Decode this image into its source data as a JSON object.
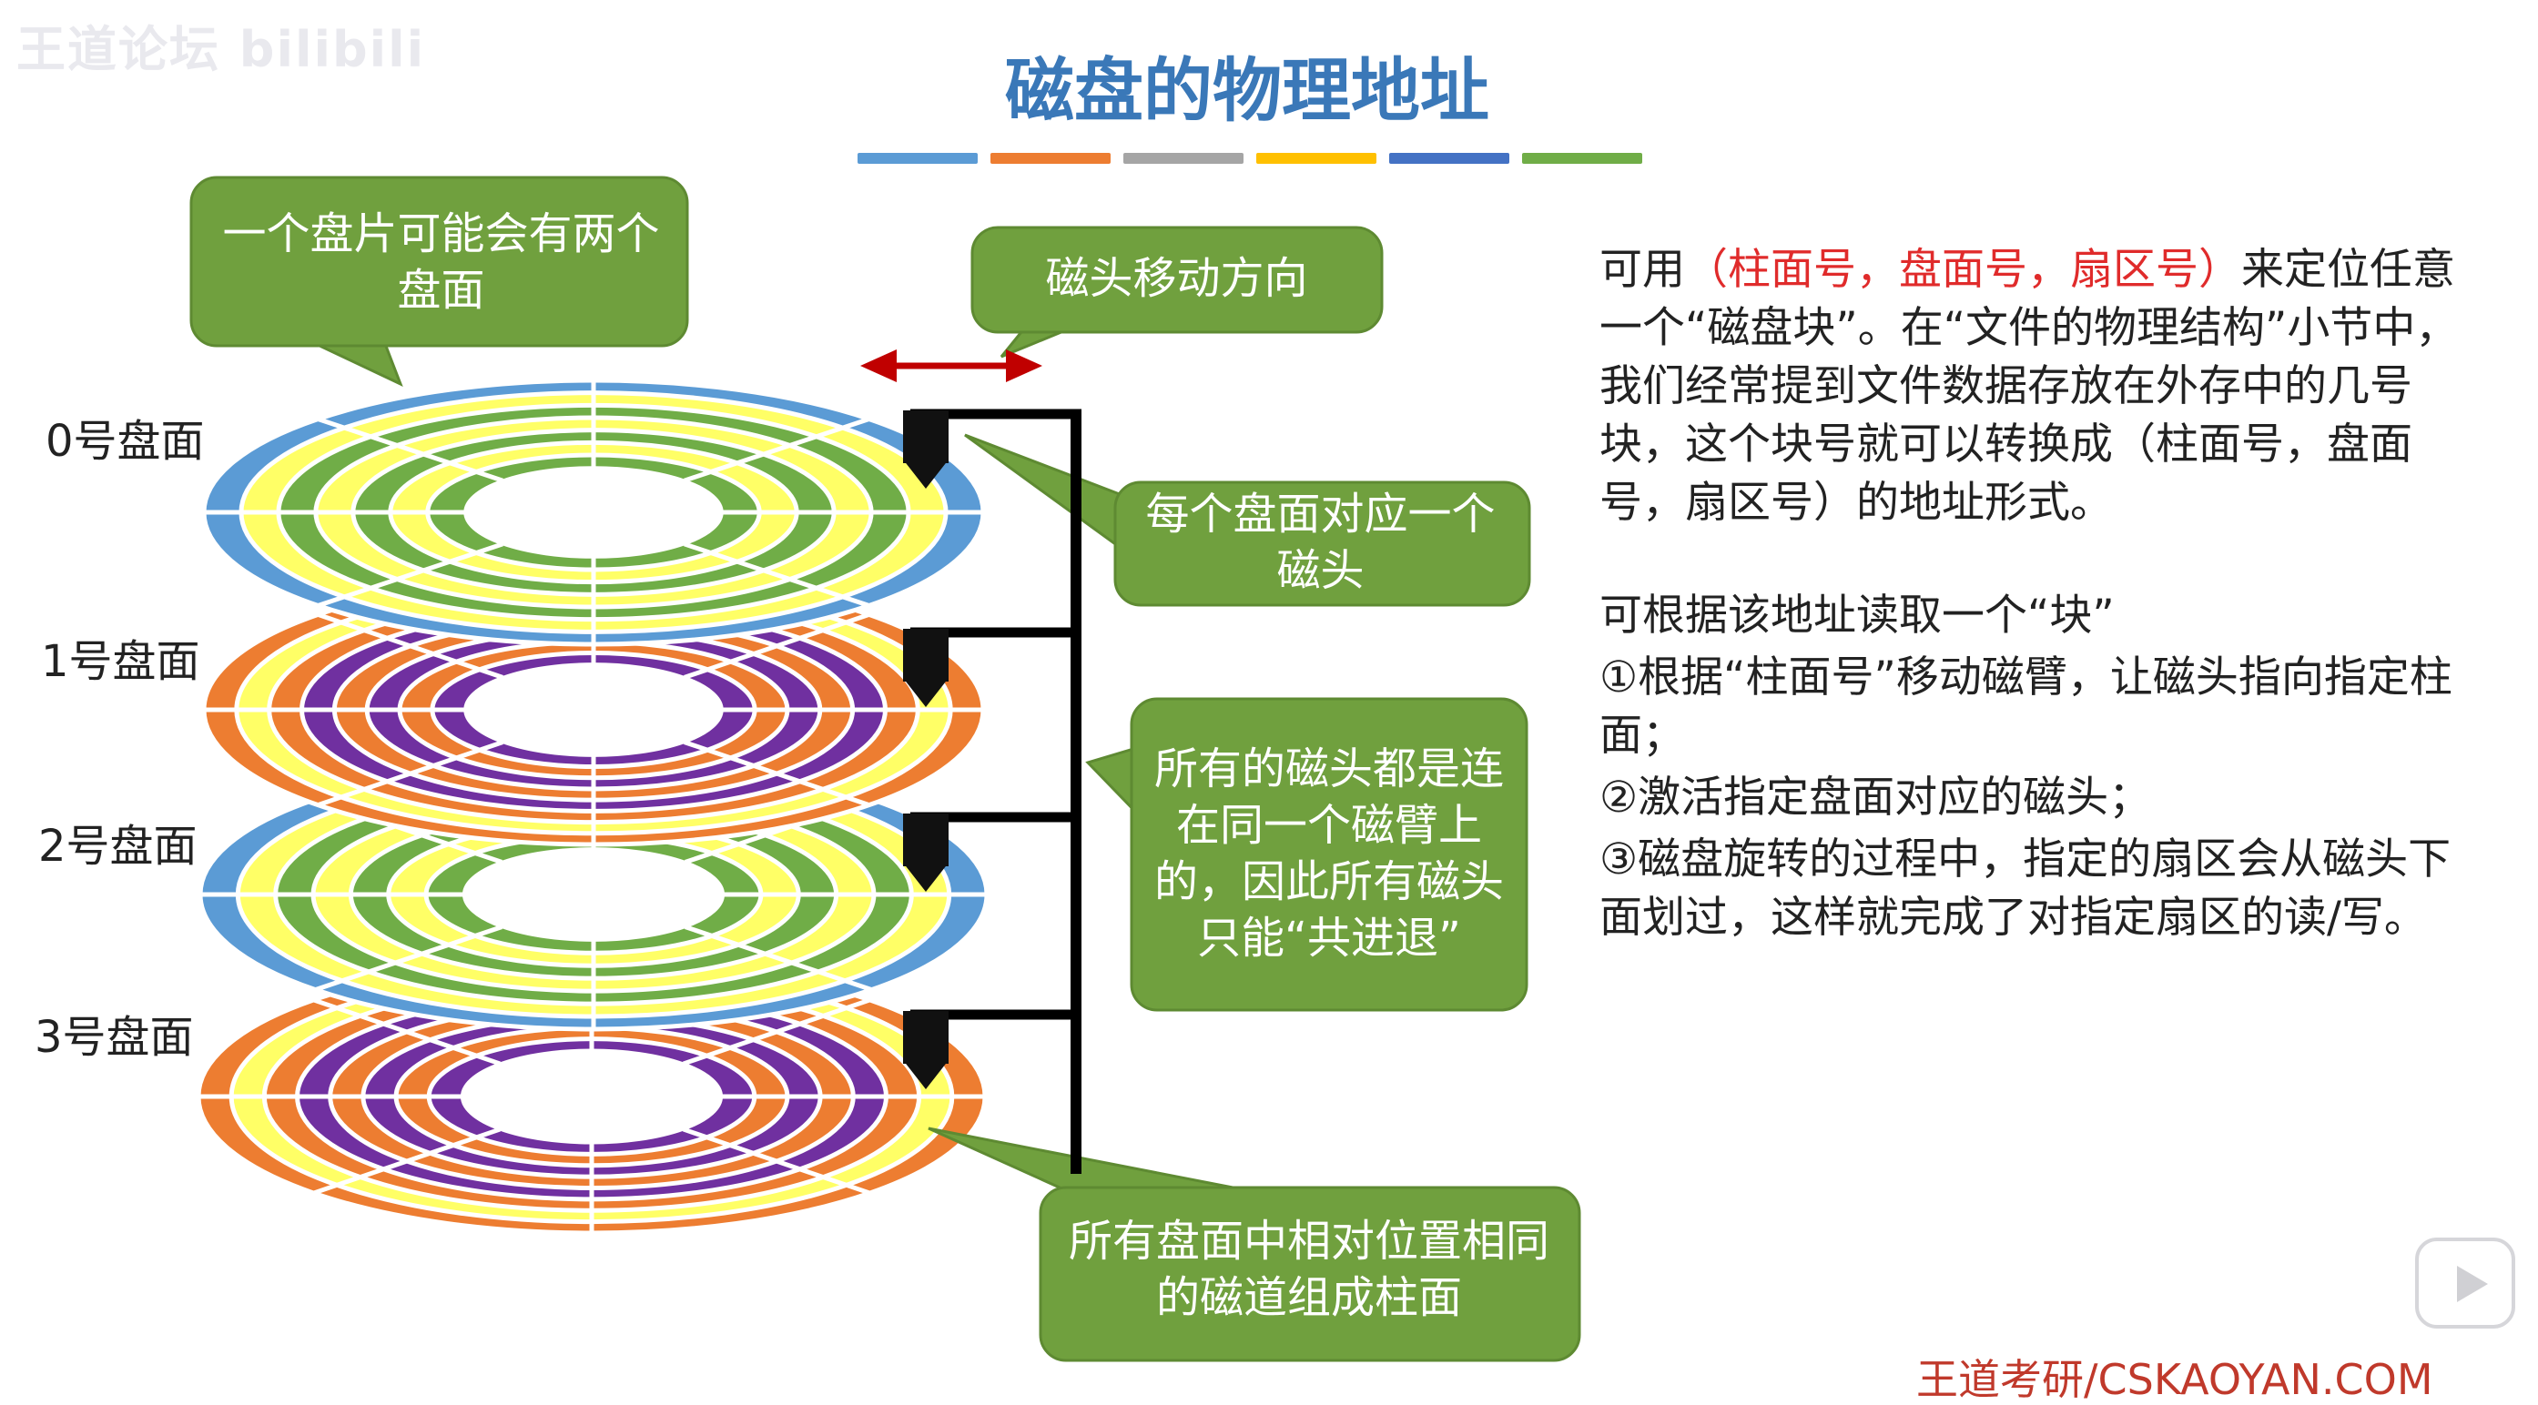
{
  "logo_text": "王道论坛 bilibili",
  "title": "磁盘的物理地址",
  "color_bars": [
    "#5b9bd5",
    "#ed7d31",
    "#a5a5a5",
    "#ffc000",
    "#4472c4",
    "#70ad47"
  ],
  "disk_labels": [
    "0号盘面",
    "1号盘面",
    "2号盘面",
    "3号盘面"
  ],
  "callouts": {
    "platter_two_faces": "一个盘片可能会有两个盘面",
    "head_direction": "磁头移动方向",
    "one_head_per_face": "每个盘面对应一个磁头",
    "shared_arm": "所有的磁头都是连在同一个磁臂上的，因此所有磁头只能“共进退”",
    "cylinder": "所有盘面中相对位置相同的磁道组成柱面"
  },
  "colors": {
    "callout_green": "#70a03e",
    "blue": "#5b9bd5",
    "yellow": "#ffff66",
    "green": "#70ad47",
    "orange": "#ed7d31",
    "purple": "#7030a0",
    "arrow_red": "#c00000",
    "red_text": "#e02b2b"
  },
  "explanation": {
    "p1_prefix": "可用",
    "p1_red": "（柱面号，盘面号，扇区号）",
    "p1_rest": "来定位任意一个“磁盘块”。在“文件的物理结构”小节中，我们经常提到文件数据存放在外存中的几号块，这个块号就可以转换成（柱面号，盘面号，扇区号）的地址形式。",
    "p2_intro": "可根据该地址读取一个“块”",
    "step1": "①根据“柱面号”移动磁臂，让磁头指向指定柱面；",
    "step2": "②激活指定盘面对应的磁头；",
    "step3": "③磁盘旋转的过程中，指定的扇区会从磁头下面划过，这样就完成了对指定扇区的读/写。"
  },
  "footer_brand": "王道考研/CSKAOYAN.COM",
  "play_icon": "play-icon"
}
